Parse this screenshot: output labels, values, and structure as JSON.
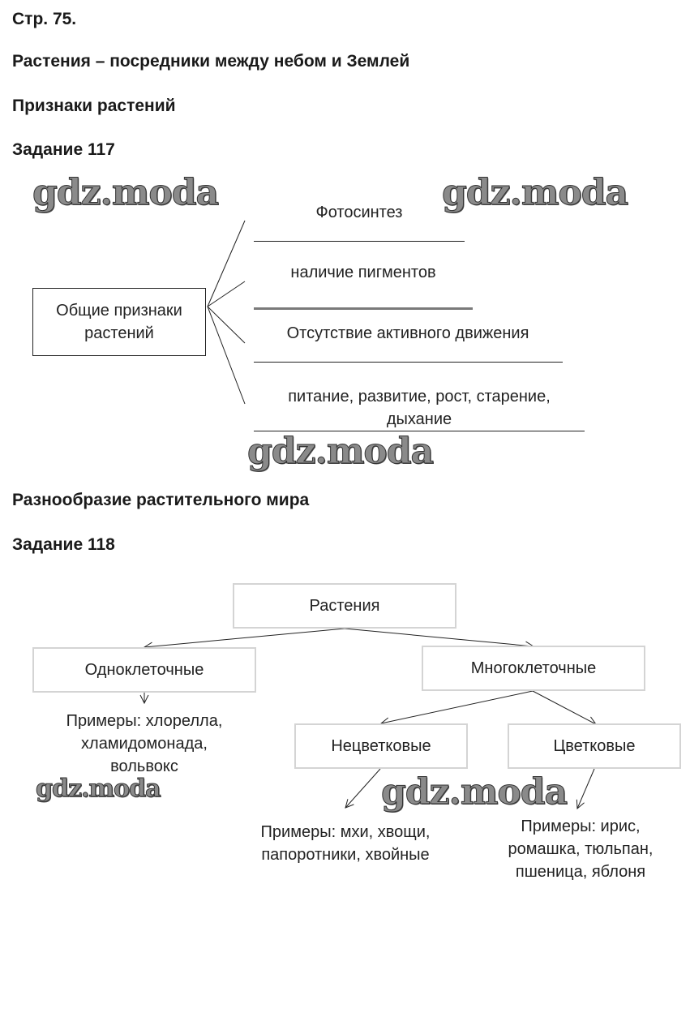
{
  "page": {
    "page_ref": "Стр. 75.",
    "section_title": "Растения – посредники между небом и Землей",
    "subsection_1": "Признаки растений",
    "task_1_title": "Задание 117",
    "subsection_2": "Разнообразие растительного мира",
    "task_2_title": "Задание 118"
  },
  "watermark": {
    "text": "gdz.moda"
  },
  "task117": {
    "center_label_line1": "Общие признаки",
    "center_label_line2": "растений",
    "traits": [
      {
        "line1": "Фотосинтез"
      },
      {
        "line1": "наличие пигментов"
      },
      {
        "line1": "Отсутствие активного движения"
      },
      {
        "line1": "питание, развитие, рост, старение,",
        "line2": "дыхание"
      }
    ]
  },
  "task118": {
    "root": "Растения",
    "unicellular": "Одноклеточные",
    "multicellular": "Многоклеточные",
    "nonflowering": "Нецветковые",
    "flowering": "Цветковые",
    "unicellular_examples": [
      "Примеры: хлорелла,",
      "хламидомонада,",
      "вольвокс"
    ],
    "nonflowering_examples": [
      "Примеры: мхи, хвощи,",
      "папоротники, хвойные"
    ],
    "flowering_examples": [
      "Примеры: ирис,",
      "ромашка, тюльпан,",
      "пшеница, яблоня"
    ]
  }
}
